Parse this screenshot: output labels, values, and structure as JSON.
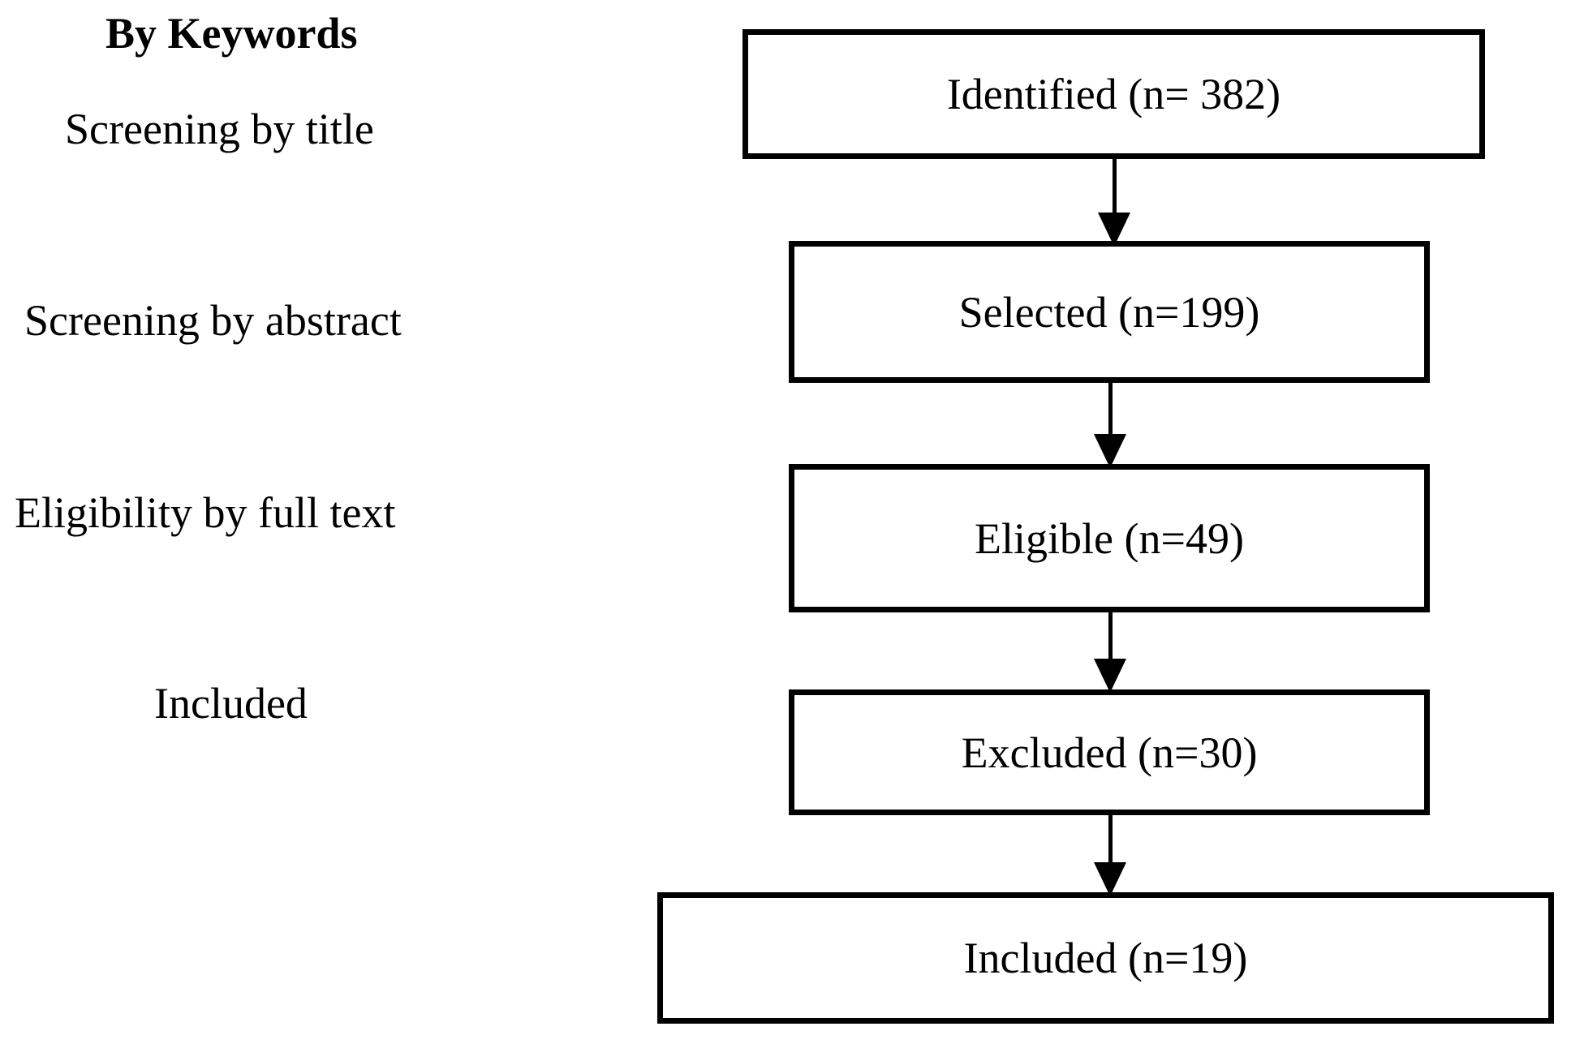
{
  "diagram": {
    "type": "prisma-flow-diagram",
    "title": "By Keywords",
    "stage_labels": [
      {
        "id": "by-keywords",
        "text": "By Keywords",
        "bold": true
      },
      {
        "id": "screening-by-title",
        "text": "Screening by title",
        "bold": false
      },
      {
        "id": "screening-by-abstract",
        "text": "Screening by abstract",
        "bold": false
      },
      {
        "id": "eligibility-full-text",
        "text": "Eligibility by full text",
        "bold": false
      },
      {
        "id": "included",
        "text": "Included",
        "bold": false
      }
    ],
    "boxes": [
      {
        "id": "identified",
        "label": "Identified (n= 382)",
        "stage": "Identified",
        "count": 382
      },
      {
        "id": "selected",
        "label": "Selected (n=199)",
        "stage": "Selected",
        "count": 199
      },
      {
        "id": "eligible",
        "label": "Eligible (n=49)",
        "stage": "Eligible",
        "count": 49
      },
      {
        "id": "excluded",
        "label": "Excluded (n=30)",
        "stage": "Excluded",
        "count": 30
      },
      {
        "id": "included",
        "label": "Included (n=19)",
        "stage": "Included",
        "count": 19
      }
    ],
    "arrows": [
      {
        "id": "arrow-1",
        "from": "identified",
        "to": "selected"
      },
      {
        "id": "arrow-2",
        "from": "selected",
        "to": "eligible"
      },
      {
        "id": "arrow-3",
        "from": "eligible",
        "to": "excluded"
      },
      {
        "id": "arrow-4",
        "from": "excluded",
        "to": "included"
      }
    ],
    "colors": {
      "background": "#ffffff",
      "stroke": "#000000",
      "text": "#000000"
    }
  }
}
